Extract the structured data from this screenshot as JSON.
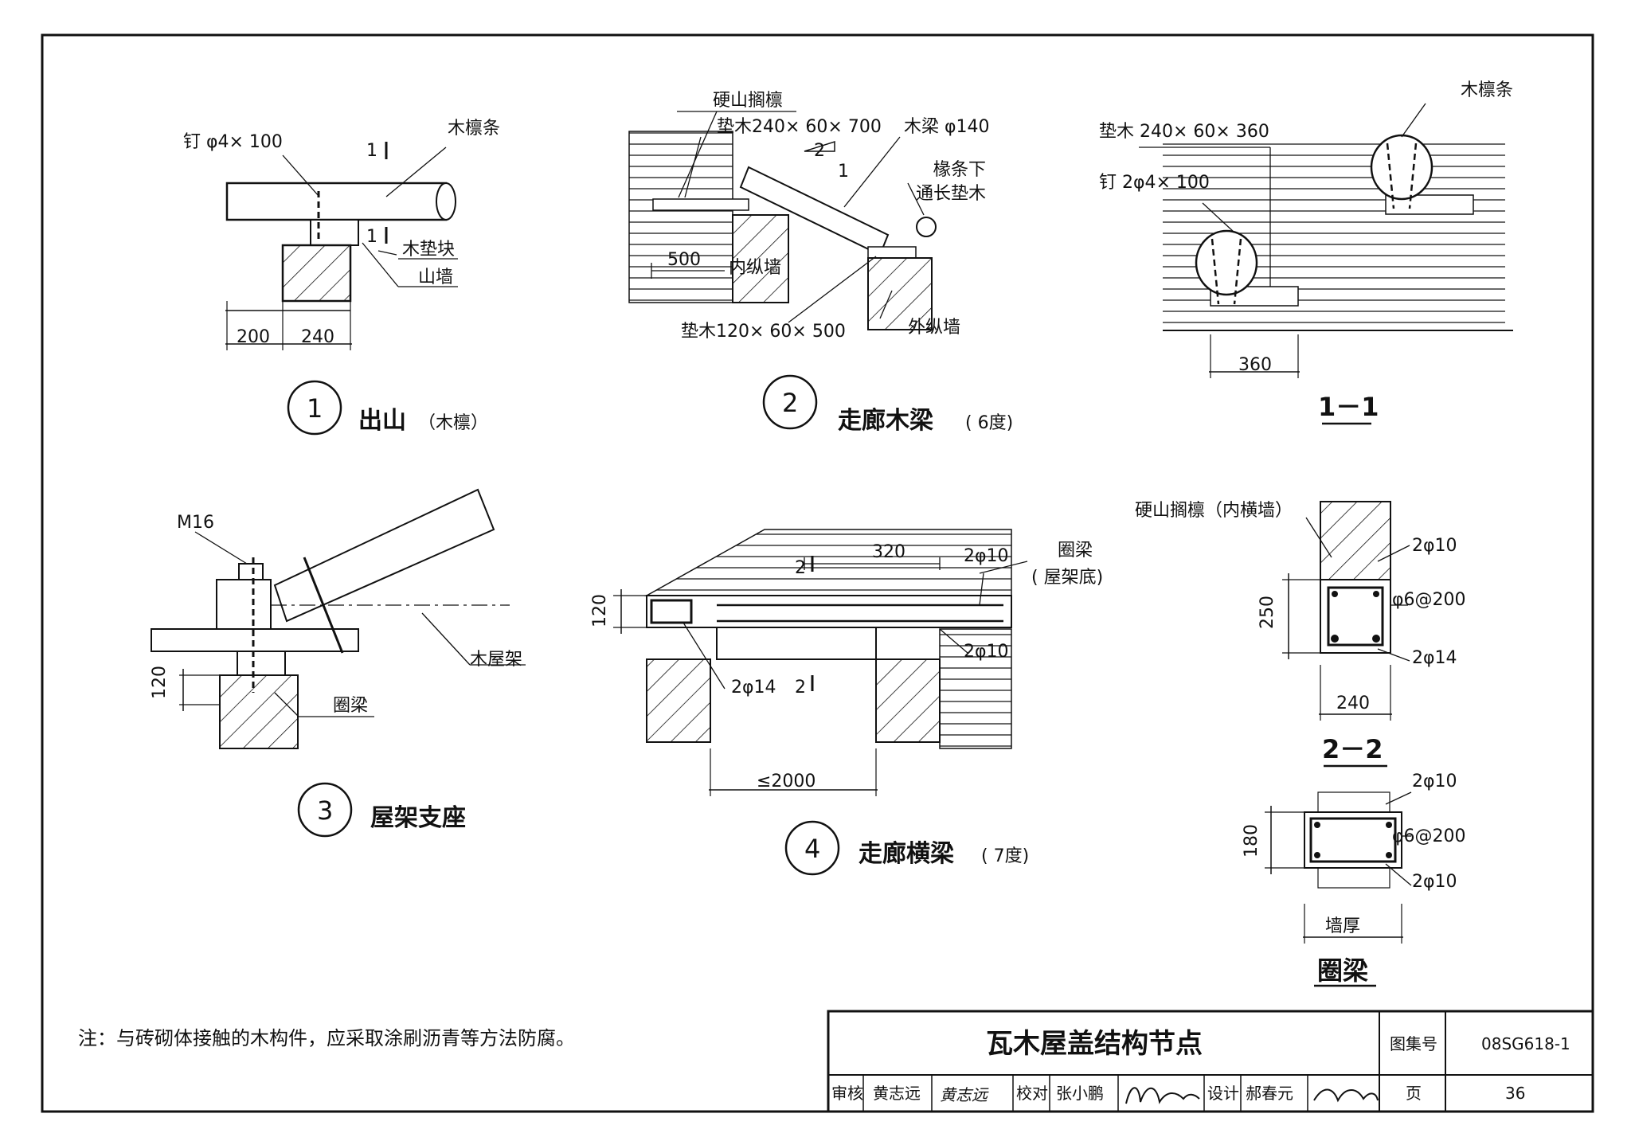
{
  "drawing": {
    "detail1": {
      "number": "1",
      "title": "出山",
      "subtitle": "（木檩）",
      "labels": {
        "nail": "钉 φ4× 100",
        "purlin": "木檩条",
        "section_mark": "1",
        "pad_block": "木垫块",
        "gable_wall": "山墙",
        "dim_a": "200",
        "dim_b": "240"
      }
    },
    "detail2": {
      "number": "2",
      "title": "走廊木梁",
      "subtitle": "( 6度)",
      "labels": {
        "hard_gable": "硬山搁檩",
        "pad_top": "垫木240× 60× 700",
        "beam": "木梁 φ140",
        "slope_rise": "2",
        "slope_run": "1",
        "under_purlin_1": "椽条下",
        "under_purlin_2": "通长垫木",
        "dim_500": "500",
        "inner_wall": "内纵墙",
        "pad_bottom": "垫木120× 60× 500",
        "outer_wall": "外纵墙"
      }
    },
    "section11": {
      "title": "1－1",
      "labels": {
        "purlin": "木檩条",
        "pad": "垫木 240× 60× 360",
        "nail": "钉 2φ4× 100",
        "dim": "360"
      }
    },
    "detail3": {
      "number": "3",
      "title": "屋架支座",
      "labels": {
        "bolt": "M16",
        "truss": "木屋架",
        "dim_120": "120",
        "ring_beam": "圈梁"
      }
    },
    "detail4": {
      "number": "4",
      "title": "走廊横梁",
      "subtitle": "( 7度)",
      "labels": {
        "dim_320": "320",
        "bar_top": "2φ10",
        "ring_beam_1": "圈梁",
        "ring_beam_2": "( 屋架底)",
        "dim_120": "120",
        "section_mark": "2",
        "bar_mid": "2φ10",
        "bar_bottom": "2φ14",
        "dim_span": "≤2000"
      }
    },
    "section22": {
      "title": "2－2",
      "labels": {
        "hard_gable": "硬山搁檩（内横墙）",
        "top_bar": "2φ10",
        "stirrup": "φ6@200",
        "dim_250": "250",
        "bottom_bar": "2φ14",
        "dim_240": "240"
      }
    },
    "ring_beam_section": {
      "title": "圈梁",
      "labels": {
        "top_bar": "2φ10",
        "stirrup": "φ6@200",
        "dim_180": "180",
        "bottom_bar": "2φ10",
        "wall_thickness": "墙厚"
      }
    },
    "note": "注：与砖砌体接触的木构件，应采取涂刷沥青等方法防腐。"
  },
  "title_block": {
    "title": "瓦木屋盖结构节点",
    "atlas_label": "图集号",
    "atlas_no": "08SG618-1",
    "page_label": "页",
    "page_no": "36",
    "review_label": "审核",
    "reviewer": "黄志远",
    "reviewer_sign": "黄志远",
    "check_label": "校对",
    "checker": "张小鹏",
    "design_label": "设计",
    "designer": "郝春元"
  }
}
